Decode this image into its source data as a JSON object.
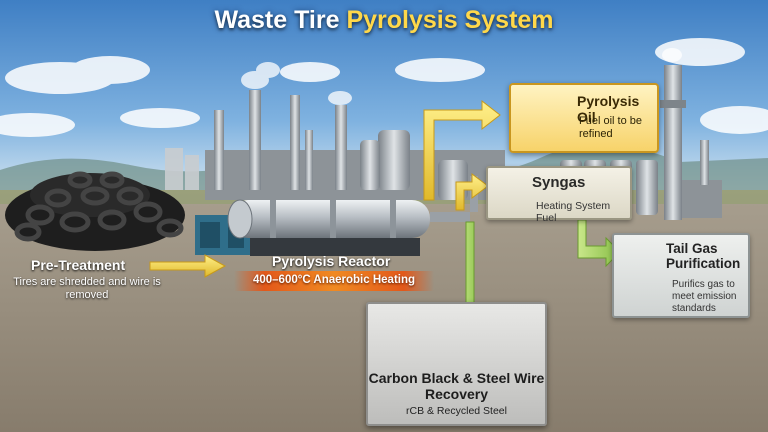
{
  "title": {
    "main": "Waste Tire",
    "accent": "Pyrolysis System"
  },
  "pretreatment": {
    "label": "Pre-Treatment",
    "description": "Tires are shredded and wire is removed"
  },
  "reactor": {
    "label": "Pyrolysis Reactor",
    "heating": "400–600°C Anaerobic Heating"
  },
  "pyrolysis_oil": {
    "title": "Pyrolysis Oil",
    "description": "Fuel oil to be refined"
  },
  "syngas": {
    "title": "Syngas",
    "description": "Heating System Fuel"
  },
  "tail_gas": {
    "title": "Tail Gas Purification",
    "description": "Purifics gas to meet emission standards"
  },
  "carbon_black": {
    "title": "Carbon Black & Steel Wire Recovery",
    "description": "rCB & Recycled Steel"
  },
  "colors": {
    "arrow_yellow": "#f2d24a",
    "arrow_green": "#9ccf5a",
    "heat_band": "#e2581a"
  }
}
